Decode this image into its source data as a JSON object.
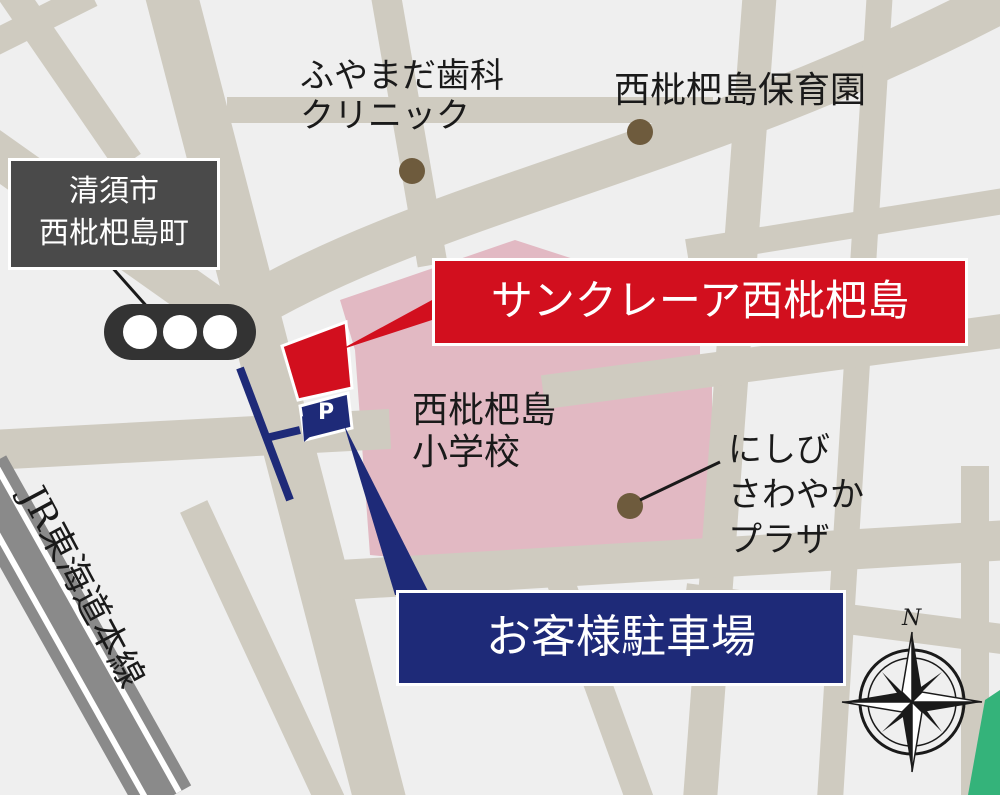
{
  "colors": {
    "background": "#efefef",
    "road": "#cfcbc0",
    "school_area": "#e2b9c3",
    "venue_red": "#d20f1e",
    "parking_navy": "#1e2a78",
    "poi_brown": "#6e5b3d",
    "rail_gray": "#8a8a8a",
    "label_dark": "#4a4a4a"
  },
  "labels": {
    "kiyosu_area_line1": "清須市",
    "kiyosu_area_line2": "西枇杷島町",
    "venue_name": "サンクレーア西枇杷島",
    "parking_name": "お客様駐車場",
    "parking_symbol": "P",
    "dental_line1": "ふやまだ歯科",
    "dental_line2": "クリニック",
    "nursery": "西枇杷島保育園",
    "school_line1": "西枇杷島",
    "school_line2": "小学校",
    "plaza_line1": "にしび",
    "plaza_line2": "さわやか",
    "plaza_line3": "プラザ",
    "railway": "JR東海道本線",
    "compass_north": "N"
  },
  "icons": {
    "traffic_signal": "traffic-light-icon",
    "compass": "compass-rose-icon",
    "parking_marker": "parking-icon",
    "poi_marker": "poi-dot-icon",
    "entry_arrow": "arrow-right-icon"
  }
}
